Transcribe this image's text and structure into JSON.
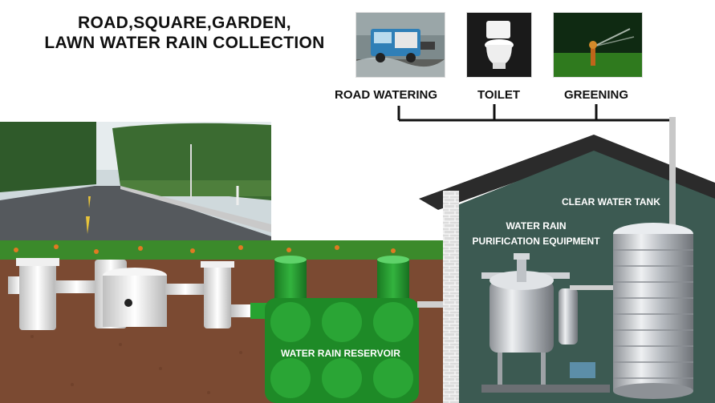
{
  "title": {
    "line1": "ROAD,SQUARE,GARDEN,",
    "line2": "LAWN WATER RAIN COLLECTION"
  },
  "uses": {
    "road_watering": "ROAD WATERING",
    "toilet": "TOILET",
    "greening": "GREENING"
  },
  "labels": {
    "clear_water_tank": "CLEAR WATER TANK",
    "purification_line1": "WATER RAIN",
    "purification_line2": "PURIFICATION EQUIPMENT",
    "reservoir": "WATER RAIN RESERVOIR"
  },
  "colors": {
    "house_wall": "#3c5a52",
    "roof": "#2b2b2b",
    "soil": "#7b4a32",
    "reservoir_green": "#1f8f2a",
    "pipe": "#e8e8e8",
    "stainless": "#c8cbcf"
  }
}
